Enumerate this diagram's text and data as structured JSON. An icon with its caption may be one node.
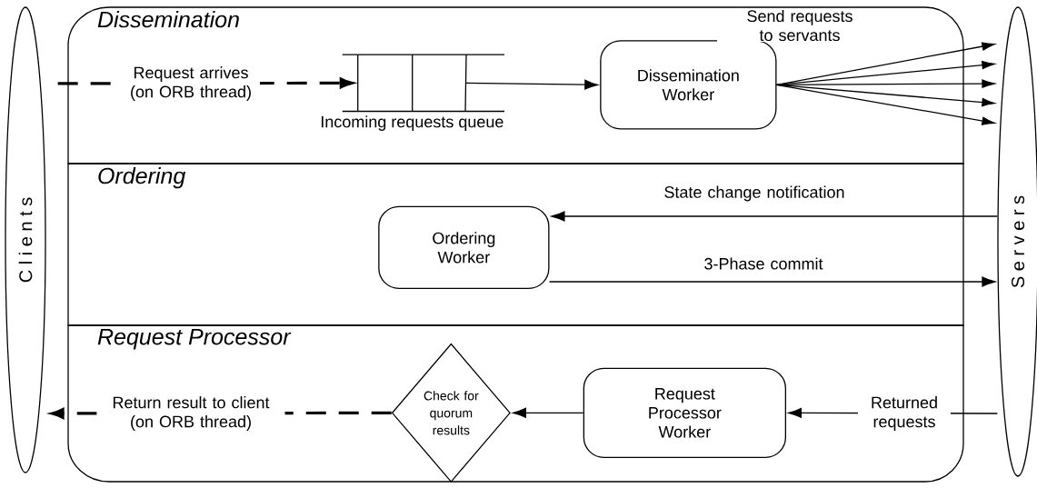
{
  "diagram": {
    "nodes": [
      {
        "text": [
          "C l i e n t s"
        ]
      },
      {
        "text": [
          "S e r v e r s"
        ]
      },
      {
        "text": [
          "Dissemination"
        ]
      },
      {
        "text": [],
        "shape": "queue",
        "in": 2
      },
      {
        "text": [
          "Dissemination Worker"
        ],
        "in": 2
      },
      {
        "text": [
          "Ordering"
        ]
      },
      {
        "text": [
          "Ordering Worker"
        ],
        "in": 5
      },
      {
        "text": [
          "Request Processor"
        ]
      },
      {
        "text": [
          "Check for quorum results"
        ],
        "in": 7
      },
      {
        "text": [
          "Request Processor Worker"
        ],
        "in": 7
      }
    ],
    "edges": [
      {
        "from": 0,
        "to": 3,
        "arrow": "to",
        "label": "Request arrives (on ORB thread)",
        "style": "dashed"
      },
      {
        "from": 3,
        "to": 4,
        "arrow": "to"
      },
      {
        "from": 4,
        "to": 1,
        "arrow": "to",
        "label": "Send requests to servants"
      },
      {
        "from": 4,
        "to": 1,
        "arrow": "to"
      },
      {
        "from": 4,
        "to": 1,
        "arrow": "to"
      },
      {
        "from": 4,
        "to": 1,
        "arrow": "to"
      },
      {
        "from": 4,
        "to": 1,
        "arrow": "to"
      },
      {
        "from": 1,
        "to": 6,
        "arrow": "to",
        "label": "State change notification"
      },
      {
        "from": 6,
        "to": 1,
        "arrow": "to",
        "label": "3-Phase commit"
      },
      {
        "from": 1,
        "to": 9,
        "arrow": "to",
        "label": "Returned requests"
      },
      {
        "from": 9,
        "to": 8,
        "arrow": "to"
      },
      {
        "from": 8,
        "to": 0,
        "arrow": "to",
        "label": "Return result to client (on ORB thread)",
        "style": "dashed"
      }
    ],
    "labels": [
      "Incoming requests queue"
    ]
  }
}
